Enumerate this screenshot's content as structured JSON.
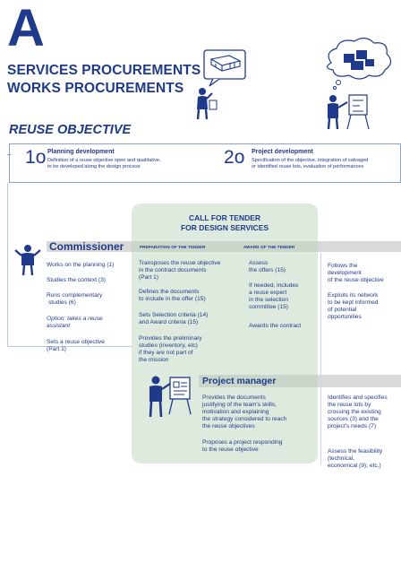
{
  "header": {
    "letter": "A",
    "line1": "SERVICES PROCUREMENTS",
    "line2": "WORKS PROCUREMENTS"
  },
  "reuse_objective": {
    "title": "REUSE OBJECTIVE",
    "steps": [
      {
        "number": "1",
        "title": "Planning development",
        "line1": "Definition of a reuse objective open and qualitative,",
        "line2": "to be developed along the design process"
      },
      {
        "number": "2",
        "title": "Project development",
        "line1": "Specification of the objective, integration of salvaged",
        "line2": "or identified reuse lots, evaluation of performances"
      }
    ]
  },
  "tender": {
    "title_line1": "CALL FOR TENDER",
    "title_line2": "FOR DESIGN SERVICES",
    "col1_header": "PREPARATION OF THE TENDER",
    "col2_header": "AWARD OF THE TENDER"
  },
  "commissioner": {
    "label": "Commissioner",
    "left_items": [
      [
        "Works on the planning (1)"
      ],
      [
        "Studies the context (3)"
      ],
      [
        "Runs complementary",
        "studies (6)"
      ],
      [
        "Option: takes a reuse",
        "assistant"
      ],
      [
        "Sets a reuse objective",
        "(Part 1)"
      ]
    ],
    "prep_items": [
      [
        "Transposes the reuse objective",
        "in the contract documents",
        "(Part 1)"
      ],
      [
        "Defines the documents",
        "to include in the offer (15)"
      ],
      [
        "Sets Selection criteria (14)",
        "and Award criteria (15)"
      ],
      [
        "Provides the preliminary",
        "studies (inventory, etc)",
        "if they are not part of",
        "the mission"
      ]
    ],
    "award_items": [
      [
        "Assess",
        "the offers (15)"
      ],
      [
        "If needed, includes",
        "a reuse expert",
        "in the selection",
        "committee (15)"
      ],
      [
        "Awards the contract"
      ]
    ],
    "right_items": [
      [
        "Follows the",
        "development",
        "of the reuse objective"
      ],
      [
        "Exploits its network",
        "to be kept informed",
        "of potential",
        "opportunities"
      ]
    ]
  },
  "project_manager": {
    "label": "Project manager",
    "award_items": [
      [
        "Provides the documents",
        "justifying of the team's skills,",
        "motivation and explaining",
        "the strategy considered to reach",
        "the reuse objectives"
      ],
      [
        "Proposes a project responding",
        "to the reuse objective"
      ]
    ],
    "right_items": [
      [
        "Identifies and specifies",
        "the reuse lots by",
        "crossing the existing",
        "sources (3) and the",
        "project's needs (7)"
      ],
      [
        "Assess the feasibility",
        "(technical,",
        "economical (9), etc.)"
      ]
    ]
  },
  "colors": {
    "navy": "#1f3a8a",
    "panel_green": "#dfeadf",
    "band_grey": "#d9d9d9"
  }
}
